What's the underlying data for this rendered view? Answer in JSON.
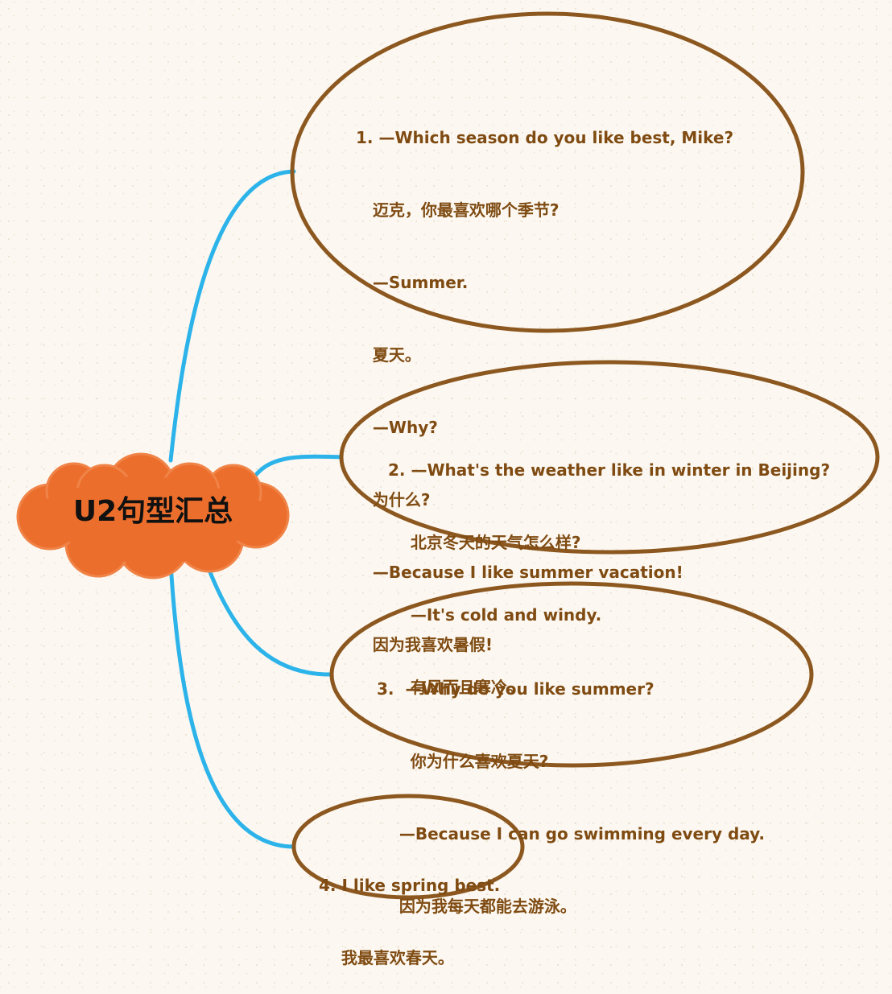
{
  "root": {
    "title": "U2句型汇总"
  },
  "nodes": [
    {
      "lines": [
        "1. —Which season do you like best, Mike?",
        "   迈克，你最喜欢哪个季节?",
        "   —Summer.",
        "   夏天。",
        "   —Why?",
        "   为什么?",
        "   —Because I like summer vacation!",
        "   因为我喜欢暑假!"
      ]
    },
    {
      "lines": [
        "2. —What's the weather like in winter in Beijing?",
        "    北京冬天的天气怎么样?",
        "    —It's cold and windy.",
        "    有风而且寒冷。"
      ]
    },
    {
      "lines": [
        "3.  —Why do you like summer?",
        "      你为什么喜欢夏天?",
        "    —Because I can go swimming every day.",
        "    因为我每天都能去游泳。"
      ]
    },
    {
      "lines": [
        "4. I like spring best.",
        "    我最喜欢春天。"
      ]
    }
  ],
  "colors": {
    "connector": "#2cb3ea",
    "ellipse_border": "#8c5820",
    "text": "#7f4b12",
    "cloud_fill": "#ec6e2c",
    "cloud_border": "#f08448",
    "background": "#fcf8f1"
  }
}
